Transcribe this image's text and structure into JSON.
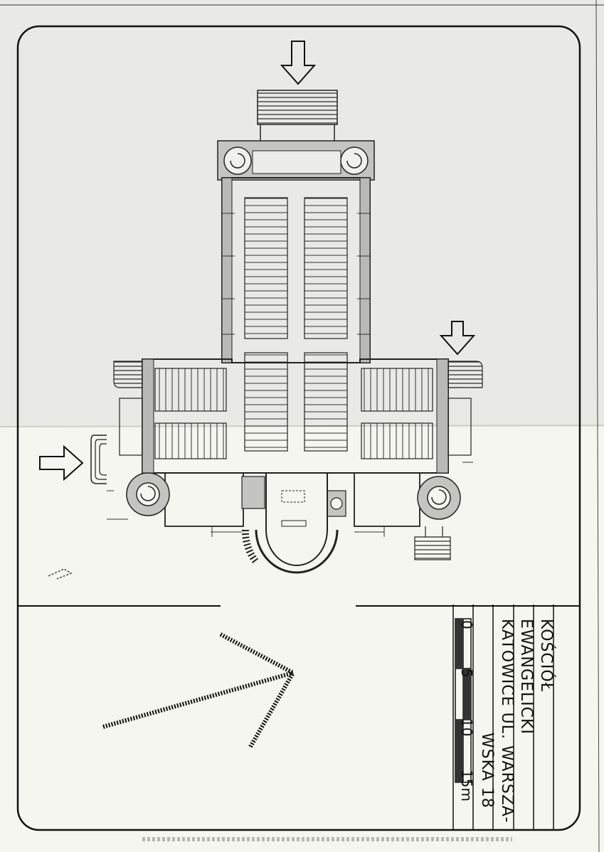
{
  "title_block": {
    "line1": "KOŚCIÓŁ",
    "line2": "EWANGELICKI",
    "line3": "KATOWICE UL. WARSZA-",
    "line4": "WSKA 18"
  },
  "scale_bar": {
    "labels": [
      "0",
      "5",
      "10",
      "15m"
    ]
  },
  "colors": {
    "paper": "#ededeb",
    "paper_lower": "#f6f6f0",
    "ink": "#1a1a1a",
    "wall_fill": "#b9b9b6"
  },
  "icons": [
    "entrance-arrow-icon",
    "north-arrow-icon",
    "spiral-staircase-icon"
  ]
}
